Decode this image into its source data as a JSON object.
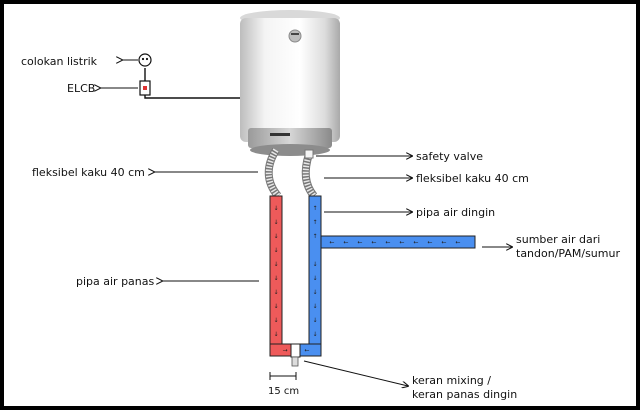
{
  "labels": {
    "power_plug": "colokan listrik",
    "elcb": "ELCB",
    "flexible_left": "fleksibel kaku 40 cm",
    "safety_valve": "safety valve",
    "flexible_right": "fleksibel kaku 40 cm",
    "cold_pipe": "pipa air dingin",
    "water_source_line1": "sumber air dari",
    "water_source_line2": "tandon/PAM/sumur",
    "hot_pipe": "pipa air panas",
    "mixing_tap_line1": "keran mixing /",
    "mixing_tap_line2": "keran panas dingin",
    "width_dimension": "15 cm"
  },
  "colors": {
    "hot_pipe": "#ee5a5a",
    "cold_pipe": "#4a8ff0",
    "tank": "#e9e9e9",
    "line": "#111111"
  }
}
